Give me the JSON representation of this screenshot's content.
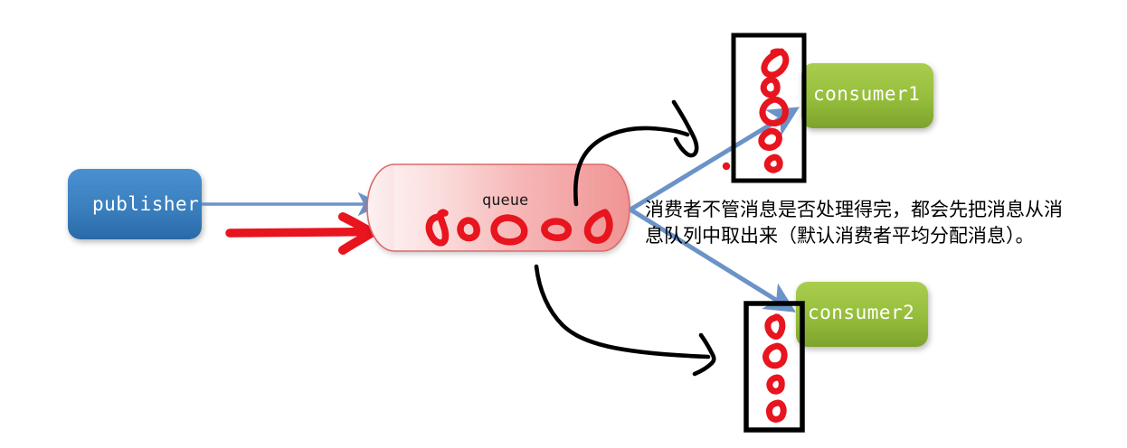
{
  "diagram": {
    "title": "RabbitMQ publisher / queue / consumers flow",
    "nodes": {
      "publisher": {
        "label": "publisher",
        "color": "#3b82c4"
      },
      "queue": {
        "label": "queue",
        "color": "#f4a8a8"
      },
      "consumer1": {
        "label": "consumer1",
        "color": "#9ec53c"
      },
      "consumer2": {
        "label": "consumer2",
        "color": "#9ec53c"
      }
    },
    "annotation": {
      "line1": "消费者不管消息是否处理得完，都会先把消息从消",
      "line2": "息队列中取出来（默认消费者平均分配消息）。",
      "full_text": "消费者不管消息是否处理得完，都会先把消息从消息队列中取出来（默认消费者平均分配消息）。"
    },
    "colors": {
      "blue_arrow": "#6b93c7",
      "red_ink": "#e8141e",
      "black_ink": "#000000",
      "queue_fill_light": "#fbe3e3",
      "queue_fill_dark": "#f08d8d",
      "queue_stroke": "#d96a6a"
    },
    "markers": {
      "queue_messages": 5,
      "consumer1_messages": 4,
      "consumer2_messages": 4,
      "red_dot": true
    }
  }
}
